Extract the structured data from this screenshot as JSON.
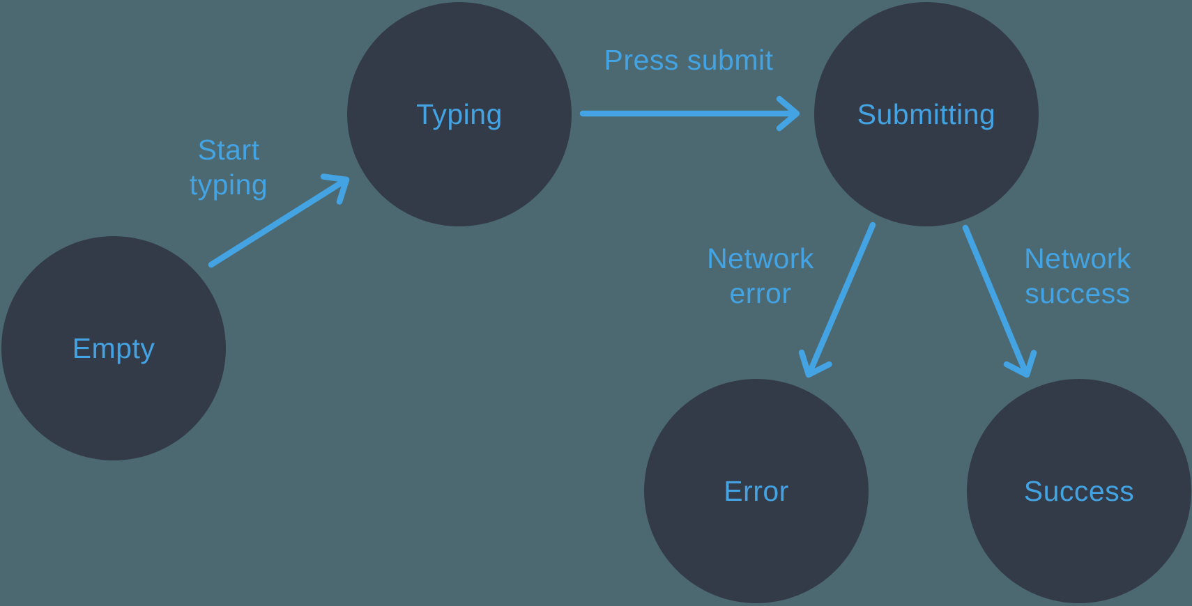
{
  "diagram": {
    "type": "state-machine",
    "colors": {
      "background": "#4C6971",
      "node_fill": "#333B48",
      "accent": "#44A3E2"
    },
    "nodes": [
      {
        "id": "empty",
        "label": "Empty"
      },
      {
        "id": "typing",
        "label": "Typing"
      },
      {
        "id": "submitting",
        "label": "Submitting"
      },
      {
        "id": "error",
        "label": "Error"
      },
      {
        "id": "success",
        "label": "Success"
      }
    ],
    "edges": [
      {
        "from": "empty",
        "to": "typing",
        "label": "Start typing",
        "label_lines": [
          "Start",
          "typing"
        ]
      },
      {
        "from": "typing",
        "to": "submitting",
        "label": "Press submit",
        "label_lines": [
          "Press submit"
        ]
      },
      {
        "from": "submitting",
        "to": "error",
        "label": "Network error",
        "label_lines": [
          "Network",
          "error"
        ]
      },
      {
        "from": "submitting",
        "to": "success",
        "label": "Network success",
        "label_lines": [
          "Network",
          "success"
        ]
      }
    ]
  }
}
